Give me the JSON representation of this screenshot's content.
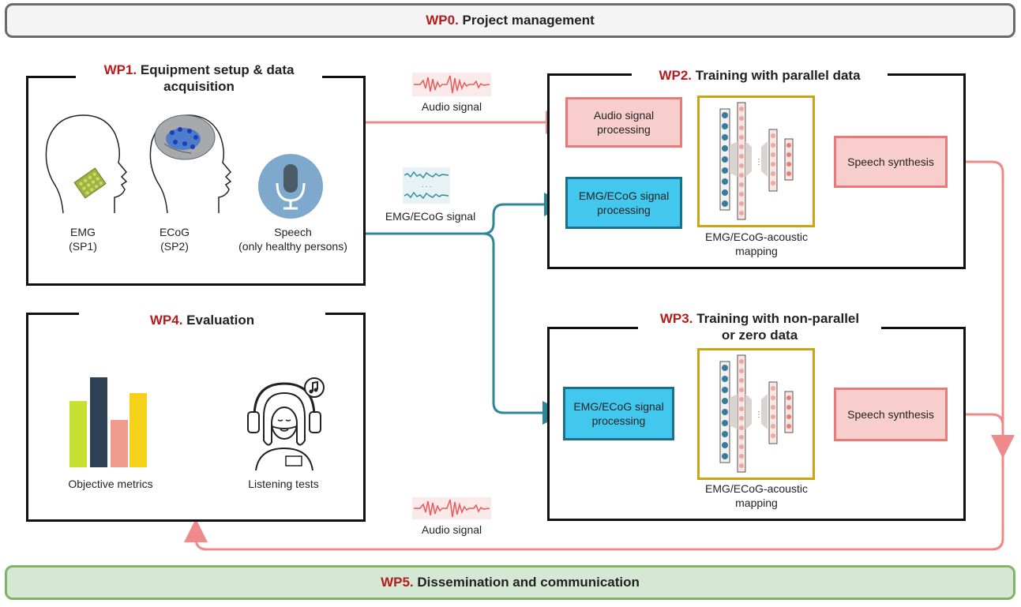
{
  "wp0": {
    "num": "WP0.",
    "title": "Project management"
  },
  "wp1": {
    "num": "WP1.",
    "title_line1": "Equipment setup & data",
    "title_line2": "acquisition",
    "emg_label": "EMG",
    "emg_sub": "(SP1)",
    "ecog_label": "ECoG",
    "ecog_sub": "(SP2)",
    "speech_label": "Speech",
    "speech_sub": "(only healthy persons)"
  },
  "wp2": {
    "num": "WP2.",
    "title": "Training with parallel data",
    "audio_proc_line1": "Audio signal",
    "audio_proc_line2": "processing",
    "emg_proc_line1": "EMG/ECoG signal",
    "emg_proc_line2": "processing",
    "mapping_line1": "EMG/ECoG-acoustic",
    "mapping_line2": "mapping",
    "synth": "Speech synthesis"
  },
  "wp3": {
    "num": "WP3.",
    "title_line1": "Training with non-parallel",
    "title_line2": "or zero data",
    "emg_proc_line1": "EMG/ECoG signal",
    "emg_proc_line2": "processing",
    "mapping_line1": "EMG/ECoG-acoustic",
    "mapping_line2": "mapping",
    "synth": "Speech synthesis"
  },
  "wp4": {
    "num": "WP4.",
    "title": "Evaluation",
    "metrics": "Objective metrics",
    "listening": "Listening tests"
  },
  "wp5": {
    "num": "WP5.",
    "title": "Dissemination and communication"
  },
  "signals": {
    "audio_top": "Audio signal",
    "emg": "EMG/ECoG signal",
    "audio_bottom": "Audio signal"
  },
  "colors": {
    "pink_arrow": "#f08a8a",
    "teal_arrow": "#2e8799",
    "wp_red": "#b71c1c",
    "nn_border": "#d4a017"
  },
  "icons": [
    "emg-head-icon",
    "ecog-head-icon",
    "microphone-icon",
    "bar-chart-icon",
    "listener-icon",
    "music-note-icon",
    "neural-network-icon",
    "audio-waveform-icon",
    "emg-waveform-icon"
  ]
}
